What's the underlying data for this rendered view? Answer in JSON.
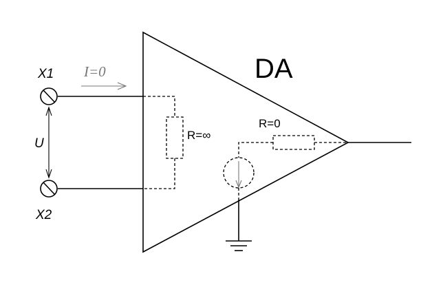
{
  "diagram": {
    "title": "DA",
    "terminals": {
      "x1": "X1",
      "x2": "X2"
    },
    "voltage_label": "U",
    "current_label": "I=0",
    "input_resistance_label": "R=∞",
    "output_resistance_label": "R=0"
  }
}
